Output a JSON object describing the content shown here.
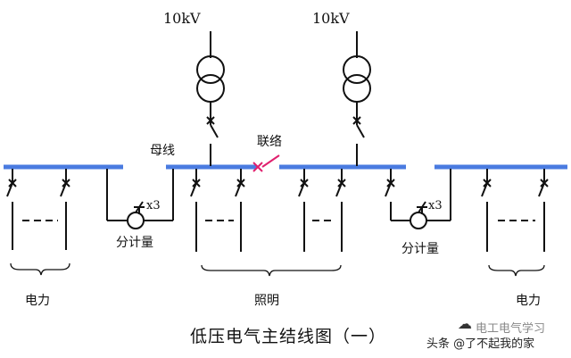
{
  "voltage": [
    "10kV",
    "10kV"
  ],
  "labels": {
    "busbar": "母线",
    "tie": "联络",
    "metering_left": "分计量",
    "metering_right": "分计量",
    "meter_multiplier_left": "x3",
    "meter_multiplier_right": "x3",
    "group_left": "电力",
    "group_center": "照明",
    "group_right": "电力"
  },
  "caption": "低压电气主结线图（一）",
  "watermark": {
    "account": "电工电气学习",
    "source": "头条 @了不起我的家"
  },
  "colors": {
    "busbar": "#4a7be0",
    "tie_breaker": "#e0206e",
    "line": "#111111"
  }
}
